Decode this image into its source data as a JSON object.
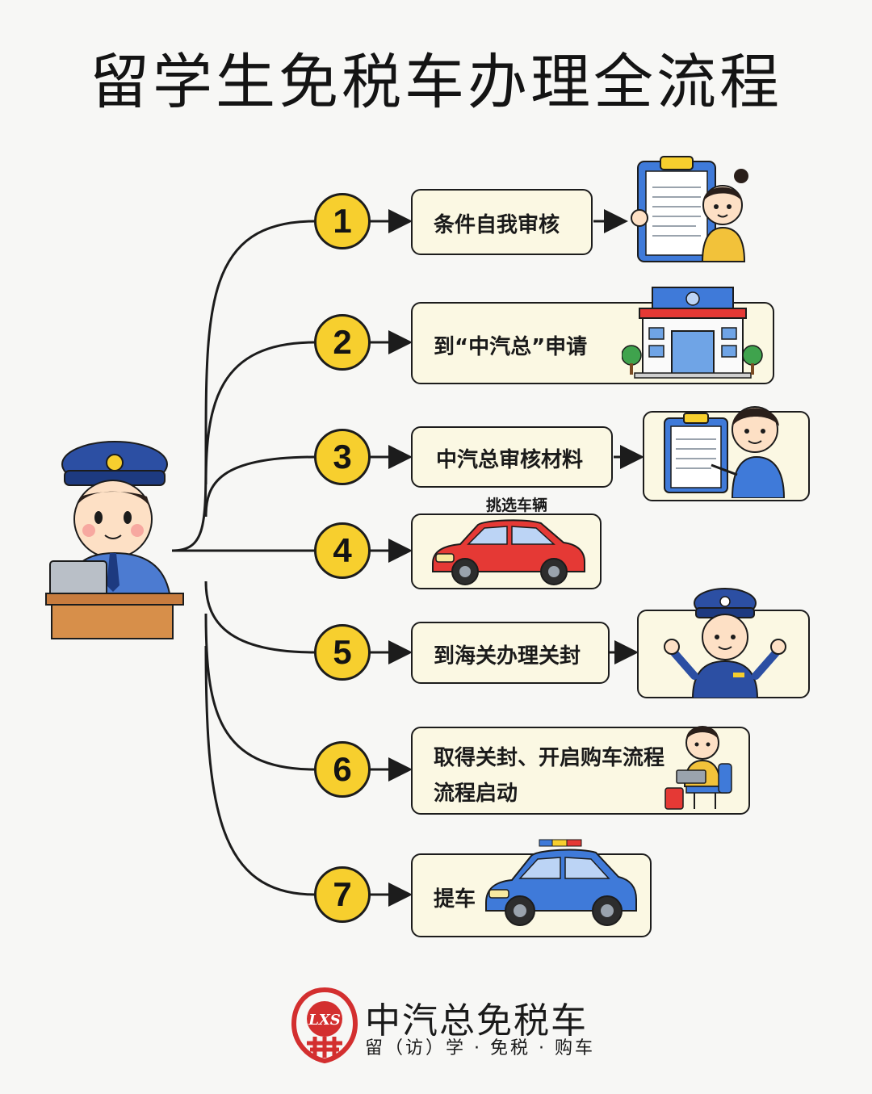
{
  "title": "留学生免税车办理全流程",
  "steps": [
    {
      "number": "1",
      "label": "条件自我审核"
    },
    {
      "number": "2",
      "label": "到“中汽总”申请"
    },
    {
      "number": "3",
      "label": "中汽总审核材料"
    },
    {
      "number": "4",
      "label": "",
      "caption": "挑选车辆"
    },
    {
      "number": "5",
      "label": "到海关办理关封"
    },
    {
      "number": "6",
      "label_line1": "取得关封、开启购车流程",
      "label_line2": "流程启动"
    },
    {
      "number": "7",
      "label": "提车"
    }
  ],
  "brand": {
    "logo_text": "LXS",
    "name": "中汽总免税车",
    "tagline": "留（访）学 · 免税 · 购车"
  },
  "colors": {
    "circle": "#f7cf2e",
    "box": "#fbf8e3",
    "uniform": "#2c4fa3",
    "red_car": "#e53935",
    "blue_car": "#3f7ad9",
    "logo": "#d32f2f"
  }
}
